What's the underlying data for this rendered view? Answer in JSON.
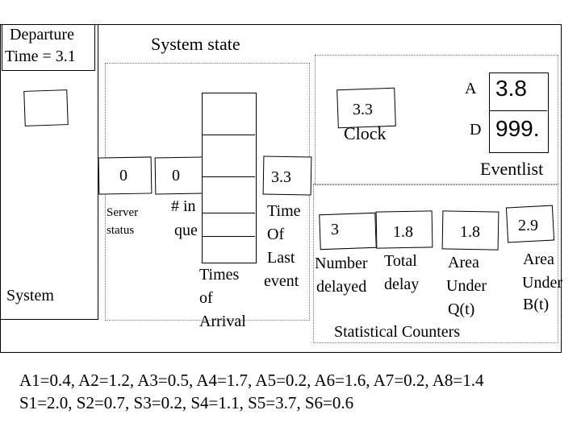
{
  "departure_box": {
    "line1": "Departure",
    "line2": "Time = 3.1"
  },
  "system_state_title": "System state",
  "system_label": "System",
  "server": {
    "value": "0",
    "label_line1": "Server",
    "label_line2": "status"
  },
  "queue": {
    "value": "0",
    "label_line1": "# in",
    "label_line2": "que"
  },
  "arrival_times": {
    "line1": "Times",
    "line2": "of",
    "line3": "Arrival"
  },
  "clock": {
    "value": "3.3",
    "label": "Clock"
  },
  "last_event": {
    "value": "3.3",
    "line1": "Time",
    "line2": "Of",
    "line3": "Last",
    "line4": "event"
  },
  "eventlist": {
    "title": "Eventlist",
    "rows": [
      {
        "key": "A",
        "value": "3.8"
      },
      {
        "key": "D",
        "value": "999."
      }
    ]
  },
  "counters": {
    "title": "Statistical Counters",
    "number_delayed": {
      "value": "3",
      "line1": "Number",
      "line2": "delayed"
    },
    "total_delay": {
      "value": "1.8",
      "line1": "Total",
      "line2": "delay"
    },
    "area_q": {
      "value": "1.8",
      "line1": "Area",
      "line2": "Under",
      "line3": "Q(t)"
    },
    "area_b": {
      "value": "2.9",
      "line1": "Area",
      "line2": "Under",
      "line3": "B(t)"
    }
  },
  "footer": {
    "line1": "A1=0.4, A2=1.2, A3=0.5, A4=1.7, A5=0.2, A6=1.6, A7=0.2, A8=1.4",
    "line2": "S1=2.0, S2=0.7, S3=0.2, S4=1.1, S5=3.7, S6=0.6"
  }
}
